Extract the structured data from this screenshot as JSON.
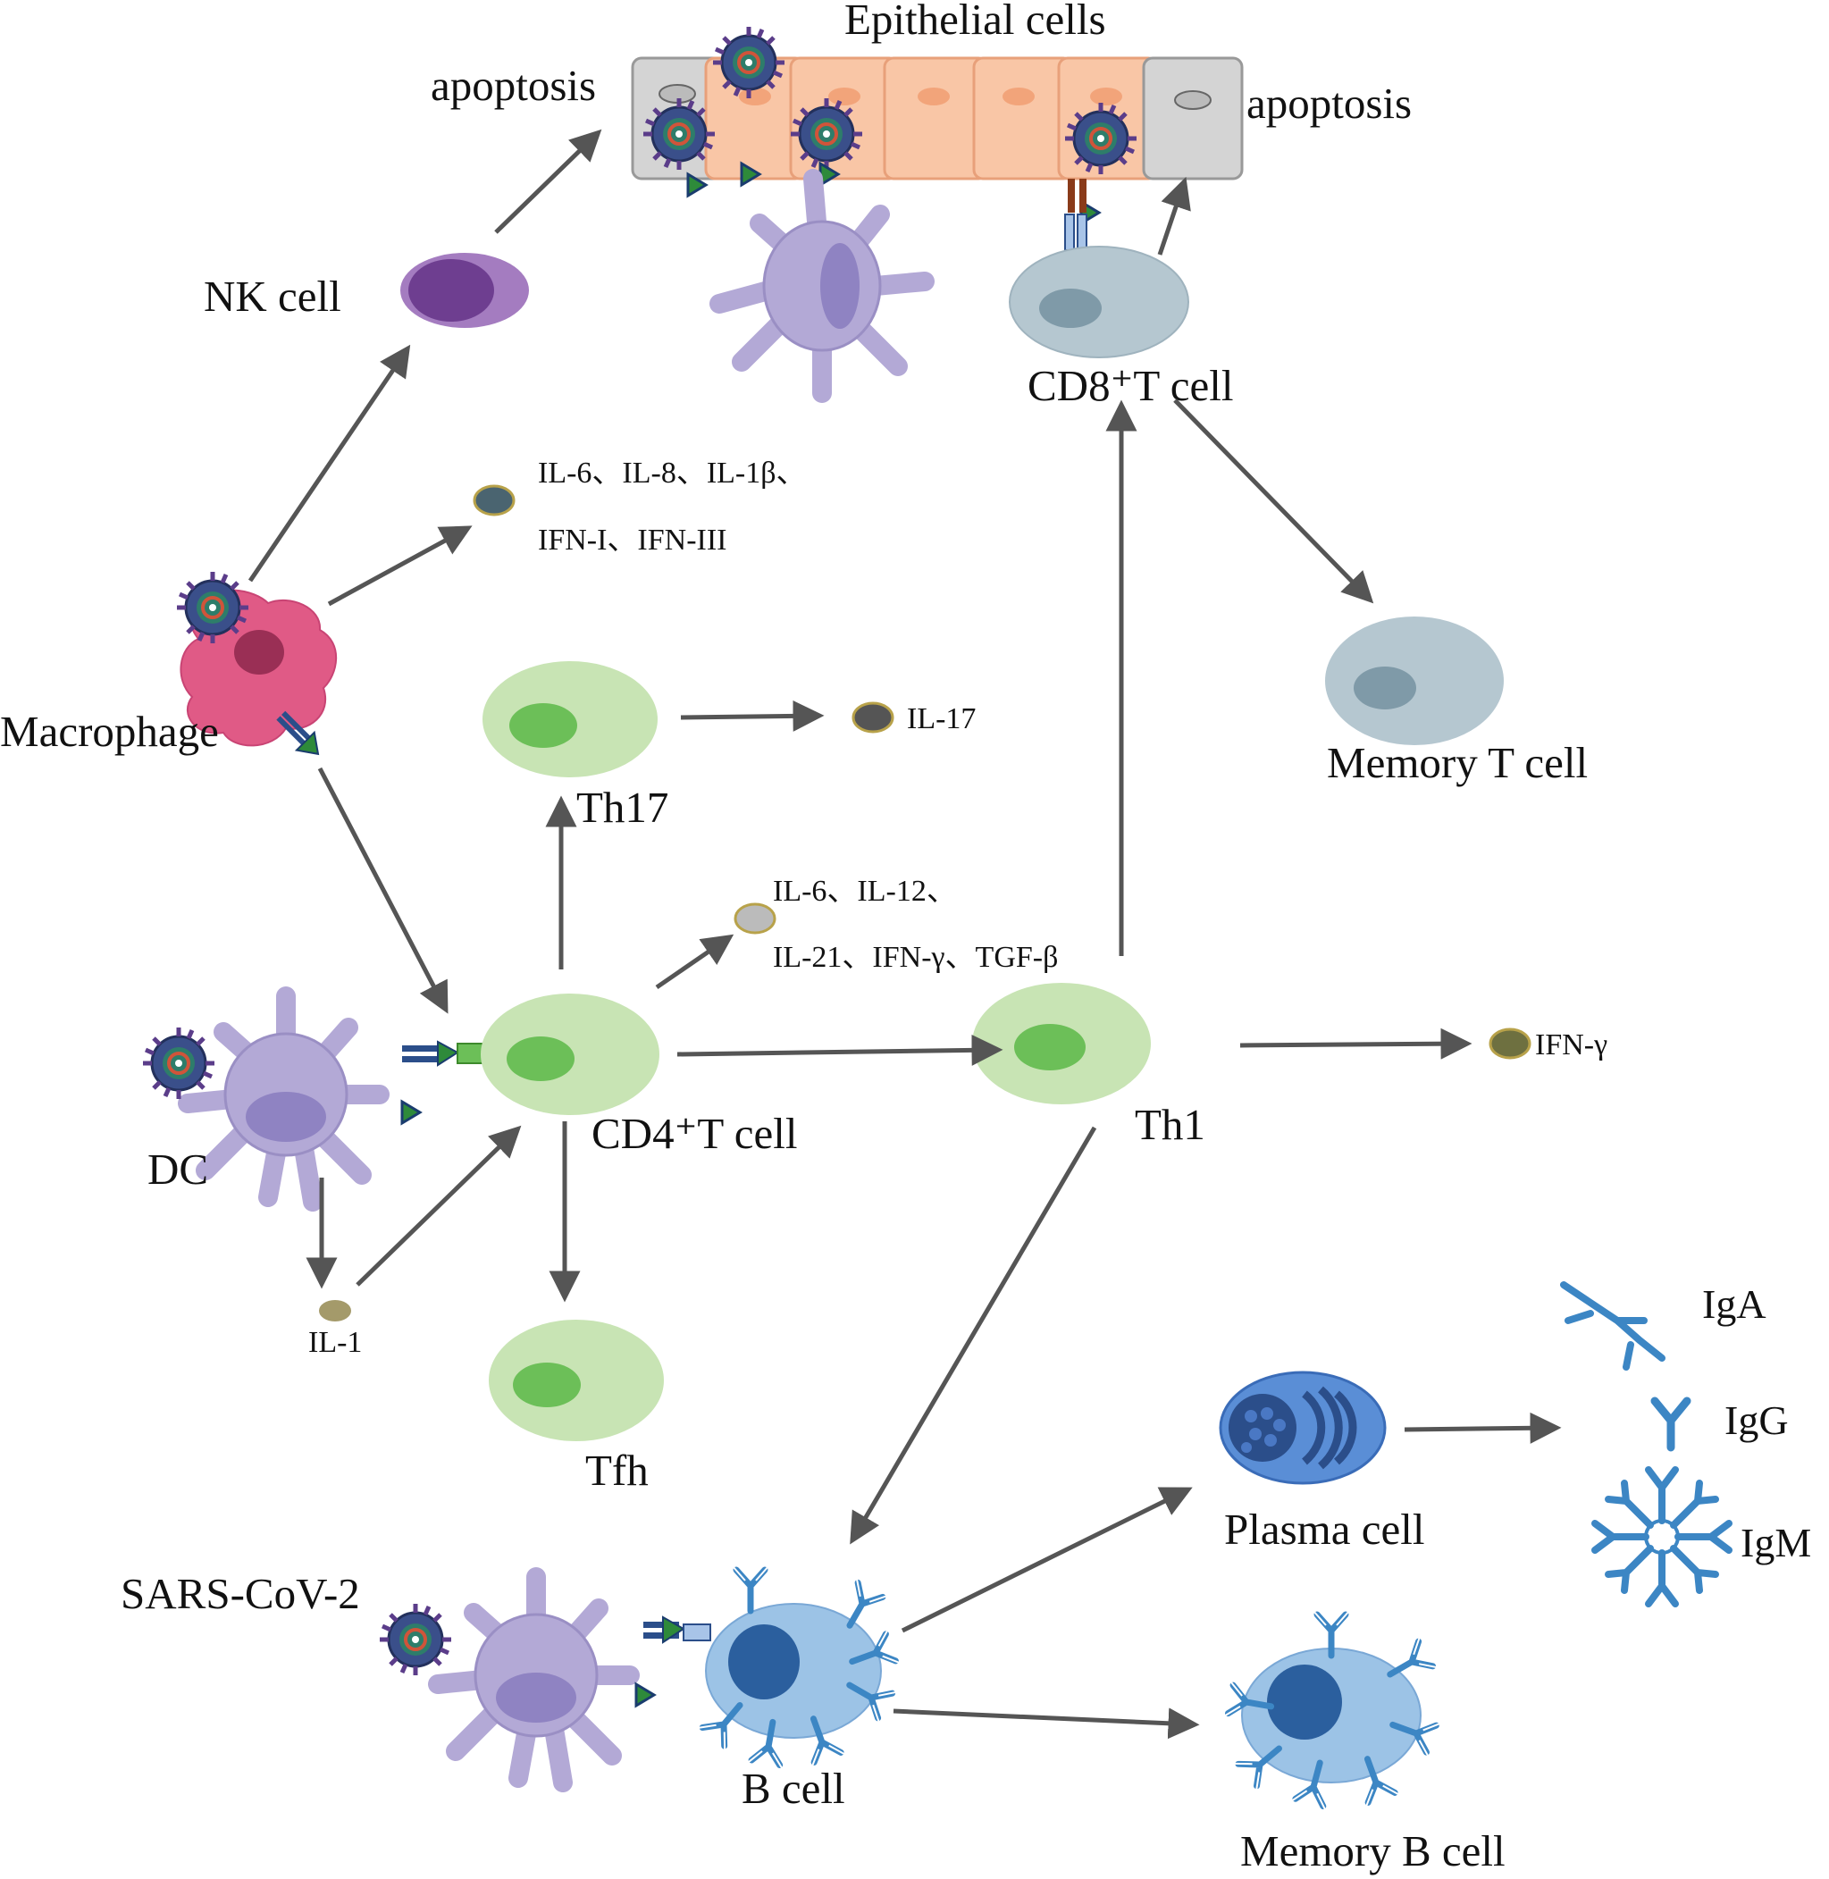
{
  "labels": {
    "epithelial": "Epithelial cells",
    "apoptosis_left": "apoptosis",
    "apoptosis_right": "apoptosis",
    "nk_cell": "NK cell",
    "cd8_cell": "CD8⁺T cell",
    "macrophage": "Macrophage",
    "cytokines_macrophage_line1": "IL-6、IL-8、IL-1β、",
    "cytokines_macrophage_line2": "IFN-I、IFN-III",
    "memory_t": "Memory T cell",
    "th17": "Th17",
    "il17": "IL-17",
    "cytokines_cd4_line1": "IL-6、IL-12、",
    "cytokines_cd4_line2": "IL-21、IFN-γ、TGF-β",
    "dc": "DC",
    "cd4_cell": "CD4⁺T cell",
    "th1": "Th1",
    "ifn_gamma": "IFN-γ",
    "il1": "IL-1",
    "tfh": "Tfh",
    "iga": "IgA",
    "igg": "IgG",
    "igm": "IgM",
    "plasma": "Plasma cell",
    "sars": "SARS-CoV-2",
    "b_cell": "B cell",
    "memory_b": "Memory B cell"
  },
  "colors": {
    "epithelial_orange": "#f9c6a6",
    "epithelial_gray": "#d4d4d4",
    "nk_purple": "#8a5aa8",
    "dc_purple": "#b3a9d6",
    "macrophage_pink": "#e05a86",
    "cd8_gray_blue": "#b5c7d0",
    "t_green": "#c8e4b4",
    "t_green_nucleus": "#6cbf58",
    "b_blue": "#9cc3e6",
    "antibody_blue": "#3c86c4",
    "arrow_gray": "#555555"
  }
}
